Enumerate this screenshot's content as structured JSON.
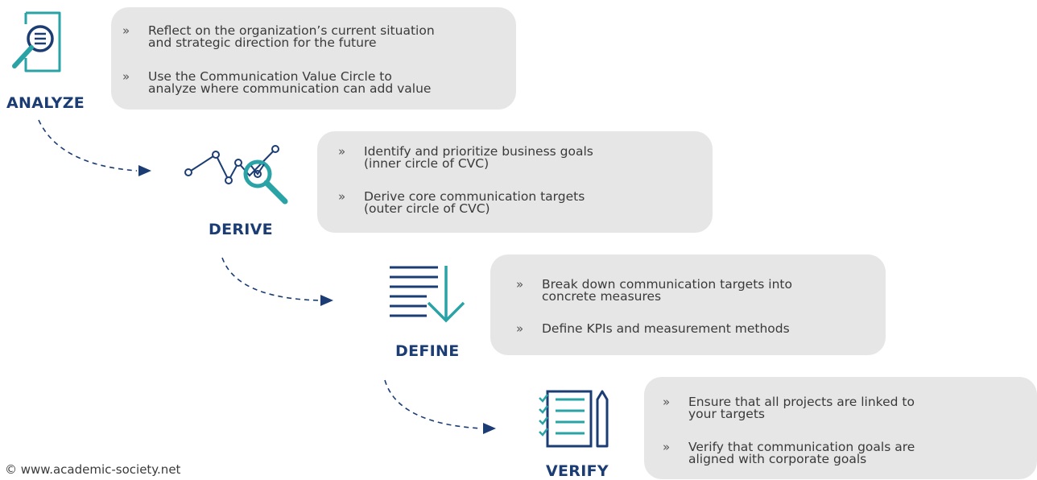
{
  "colors": {
    "navy": "#1b3d74",
    "teal": "#2aa3a6",
    "box_bg": "#e6e6e6",
    "text": "#3a3a3a"
  },
  "steps": [
    {
      "label": "ANALYZE",
      "icon": "document-magnifier-icon",
      "bullets": [
        "Reflect on the organization’s current situation\nand strategic direction for the future",
        "Use the Communication Value Circle to\nanalyze where communication can add value"
      ]
    },
    {
      "label": "DERIVE",
      "icon": "line-chart-magnifier-icon",
      "bullets": [
        "Identify and prioritize business goals\n(inner circle of CVC)",
        "Derive core communication targets\n(outer circle of CVC)"
      ]
    },
    {
      "label": "DEFINE",
      "icon": "lines-down-arrow-icon",
      "bullets": [
        "Break down communication targets into\nconcrete measures",
        "Define KPIs and measurement methods"
      ]
    },
    {
      "label": "VERIFY",
      "icon": "checklist-pencil-icon",
      "bullets": [
        "Ensure that all projects are linked to\nyour targets",
        "Verify that communication goals are\naligned with corporate goals"
      ]
    }
  ],
  "bullet_marker": "»",
  "footer": "© www.academic-society.net"
}
